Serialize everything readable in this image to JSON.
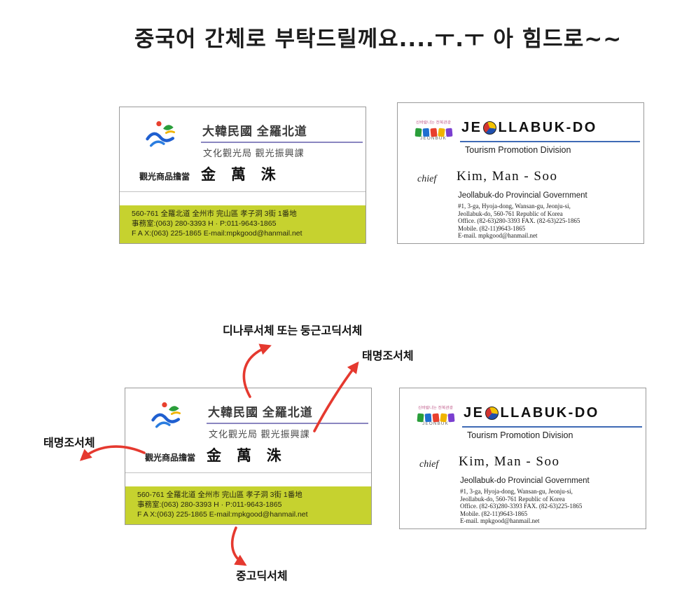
{
  "title": "중국어 간체로 부탁드릴께요....ㅜ.ㅜ  아 힘드로~~",
  "korean_card": {
    "country": "大韓民國 全羅北道",
    "dept": "文化觀光局 觀光振興課",
    "role": "觀光商品擔當",
    "name": "金 萬 洙",
    "address": "560-761 全羅北道 全州市 完山區 孝子洞 3街 1番地",
    "phone": "事務室:(063) 280-3393  H · P:011-9643-1865",
    "fax": "F A X:(063) 225-1865  E-mail:mpkgood@hanmail.net"
  },
  "english_card": {
    "logo_caption": "신바람나는 전북관광",
    "logo_sub": "JEONBUK",
    "title_pre": "JE",
    "title_post": "LLABUK-DO",
    "division": "Tourism Promotion Division",
    "chief_label": "chief",
    "name": "Kim, Man - Soo",
    "org": "Jeollabuk-do Provincial Government",
    "addr1": "#1, 3-ga, Hyoja-dong, Wansan-gu, Jeonju-si,",
    "addr2": "Jeollabuk-do, 560-761  Republic of Korea",
    "addr3": "Office. (82-63)280-3393  FAX. (82-63)225-1865",
    "addr4": "Mobile. (82-11)9643-1865",
    "addr5": "E-mail. mpkgood@hanmail.net"
  },
  "annotations": {
    "top_label": "디나루서체 또는 둥근고딕서체",
    "right_label": "태명조서체",
    "left_label": "태명조서체",
    "bottom_label": "중고딕서체"
  },
  "colors": {
    "accent_red": "#e5392f",
    "band_green": "#c6d22f",
    "rule_purple": "#8a86c0",
    "rule_blue": "#3f6ab5"
  }
}
